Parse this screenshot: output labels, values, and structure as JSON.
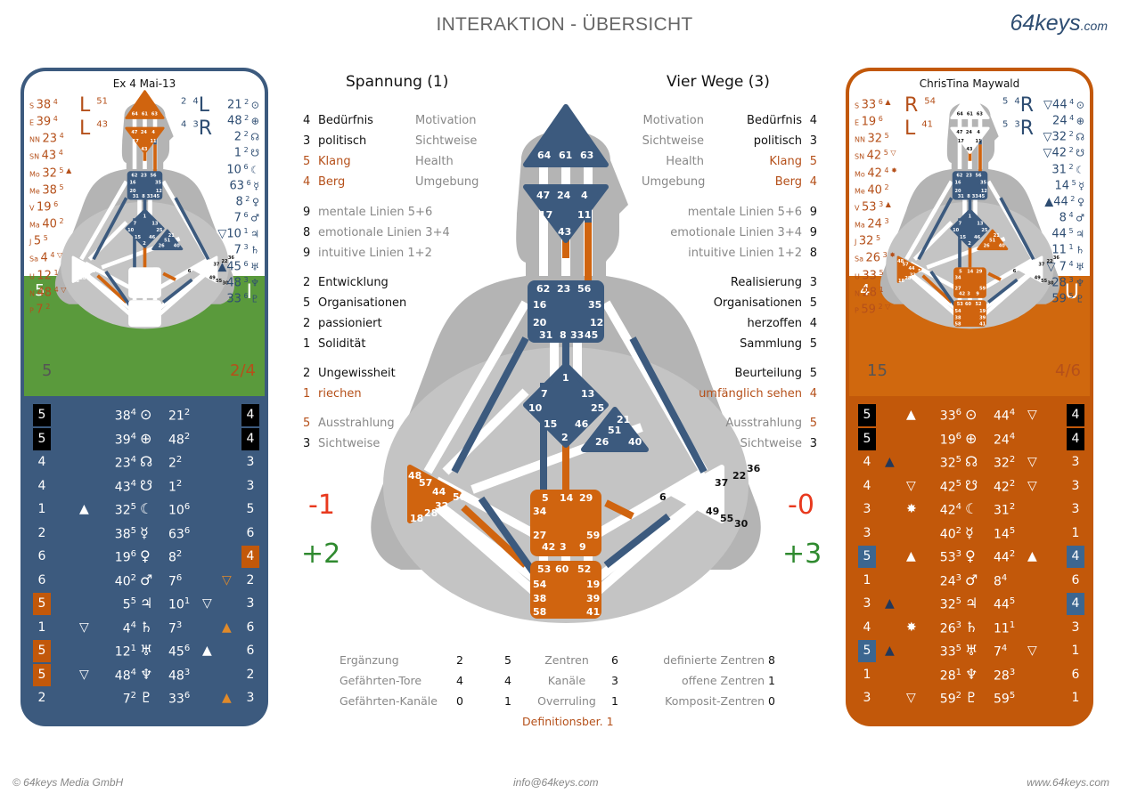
{
  "header": {
    "title": "INTERAKTION - ÜBERSICHT",
    "brand": "64keys",
    "brand_suffix": ".com"
  },
  "footer": {
    "copyright": "© 64keys Media GmbH",
    "email": "info@64keys.com",
    "website": "www.64keys.com"
  },
  "colors": {
    "blue": "#3c5a7e",
    "orange": "#c2580a",
    "green": "#5a9a3c",
    "rust": "#b5501a",
    "red": "#e8391e",
    "positive": "#2f8a2f"
  },
  "person_left": {
    "name": "Ex 4 Mai-13",
    "variables": {
      "top_left": "L",
      "top_left_nums": [
        "5",
        "1"
      ],
      "bottom_left": "L",
      "bottom_left_nums": [
        "4",
        "3"
      ],
      "top_right": "L",
      "top_right_nums": [
        "2",
        "4"
      ],
      "bottom_right": "R",
      "bottom_right_nums": [
        "4",
        "3"
      ]
    },
    "design_planets": [
      {
        "label": "S",
        "gate": "38",
        "line": "4"
      },
      {
        "label": "E",
        "gate": "39",
        "line": "4"
      },
      {
        "label": "NN",
        "gate": "23",
        "line": "4"
      },
      {
        "label": "SN",
        "gate": "43",
        "line": "4"
      },
      {
        "label": "Mo",
        "gate": "32",
        "line": "5 ▲"
      },
      {
        "label": "Me",
        "gate": "38",
        "line": "5"
      },
      {
        "label": "V",
        "gate": "19",
        "line": "6"
      },
      {
        "label": "Ma",
        "gate": "40",
        "line": "2"
      },
      {
        "label": "J",
        "gate": "5",
        "line": "5"
      },
      {
        "label": "Sa",
        "gate": "4",
        "line": "4 ▽"
      },
      {
        "label": "U",
        "gate": "12",
        "line": "1"
      },
      {
        "label": "N",
        "gate": "48",
        "line": "4 ▽"
      },
      {
        "label": "P",
        "gate": "7",
        "line": "2"
      }
    ],
    "personality_planets": [
      {
        "gate": "21",
        "line": "2",
        "symbol": "⊙"
      },
      {
        "gate": "48",
        "line": "2",
        "symbol": "⊕"
      },
      {
        "gate": "2",
        "line": "2",
        "symbol": "☊"
      },
      {
        "gate": "1",
        "line": "2",
        "symbol": "☋"
      },
      {
        "gate": "10",
        "line": "6",
        "symbol": "☾"
      },
      {
        "gate": "63",
        "line": "6",
        "symbol": "☿"
      },
      {
        "gate": "8",
        "line": "2",
        "symbol": "♀"
      },
      {
        "gate": "7",
        "line": "6",
        "symbol": "♂"
      },
      {
        "gate": "▽10",
        "line": "1",
        "symbol": "♃"
      },
      {
        "gate": "7",
        "line": "3",
        "symbol": "♄"
      },
      {
        "gate": "▲45",
        "line": "6",
        "symbol": "♅"
      },
      {
        "gate": "48",
        "line": "3",
        "symbol": "♆"
      },
      {
        "gate": "33",
        "line": "6",
        "symbol": "♇"
      }
    ],
    "band_left": "5",
    "band_right": "I",
    "bottom_left": "5",
    "profile": "2/4",
    "table": [
      {
        "l": "5",
        "lbox": "black",
        "mark": "",
        "dgate": "38",
        "dline": "4",
        "sym": "⊙",
        "pgate": "21",
        "pline": "2",
        "pmark": "",
        "rmark": "",
        "r": "4",
        "rbox": "black"
      },
      {
        "l": "5",
        "lbox": "black",
        "mark": "",
        "dgate": "39",
        "dline": "4",
        "sym": "⊕",
        "pgate": "48",
        "pline": "2",
        "pmark": "",
        "rmark": "",
        "r": "4",
        "rbox": "black"
      },
      {
        "l": "4",
        "lbox": "",
        "mark": "",
        "dgate": "23",
        "dline": "4",
        "sym": "☊",
        "pgate": "2",
        "pline": "2",
        "pmark": "",
        "rmark": "",
        "r": "3",
        "rbox": ""
      },
      {
        "l": "4",
        "lbox": "",
        "mark": "",
        "dgate": "43",
        "dline": "4",
        "sym": "☋",
        "pgate": "1",
        "pline": "2",
        "pmark": "",
        "rmark": "",
        "r": "3",
        "rbox": ""
      },
      {
        "l": "1",
        "lbox": "",
        "mark": "▲",
        "dgate": "32",
        "dline": "5",
        "sym": "☾",
        "pgate": "10",
        "pline": "6",
        "pmark": "",
        "rmark": "",
        "r": "5",
        "rbox": ""
      },
      {
        "l": "2",
        "lbox": "",
        "mark": "",
        "dgate": "38",
        "dline": "5",
        "sym": "☿",
        "pgate": "63",
        "pline": "6",
        "pmark": "",
        "rmark": "",
        "r": "6",
        "rbox": ""
      },
      {
        "l": "6",
        "lbox": "",
        "mark": "",
        "dgate": "19",
        "dline": "6",
        "sym": "♀",
        "pgate": "8",
        "pline": "2",
        "pmark": "",
        "rmark": "",
        "r": "4",
        "rbox": "orange"
      },
      {
        "l": "6",
        "lbox": "",
        "mark": "",
        "dgate": "40",
        "dline": "2",
        "sym": "♂",
        "pgate": "7",
        "pline": "6",
        "pmark": "",
        "rmark": "▽",
        "r": "2",
        "rbox": ""
      },
      {
        "l": "5",
        "lbox": "orange",
        "mark": "",
        "dgate": "5",
        "dline": "5",
        "sym": "♃",
        "pgate": "10",
        "pline": "1",
        "pmark": "▽",
        "rmark": "",
        "r": "3",
        "rbox": ""
      },
      {
        "l": "1",
        "lbox": "",
        "mark": "▽",
        "dgate": "4",
        "dline": "4",
        "sym": "♄",
        "pgate": "7",
        "pline": "3",
        "pmark": "",
        "rmark": "▲",
        "r": "6",
        "rbox": ""
      },
      {
        "l": "5",
        "lbox": "orange",
        "mark": "",
        "dgate": "12",
        "dline": "1",
        "sym": "♅",
        "pgate": "45",
        "pline": "6",
        "pmark": "▲",
        "rmark": "",
        "r": "6",
        "rbox": ""
      },
      {
        "l": "5",
        "lbox": "orange",
        "mark": "▽",
        "dgate": "48",
        "dline": "4",
        "sym": "♆",
        "pgate": "48",
        "pline": "3",
        "pmark": "",
        "rmark": "",
        "r": "2",
        "rbox": ""
      },
      {
        "l": "2",
        "lbox": "",
        "mark": "",
        "dgate": "7",
        "dline": "2",
        "sym": "♇",
        "pgate": "33",
        "pline": "6",
        "pmark": "",
        "rmark": "▲",
        "r": "3",
        "rbox": ""
      }
    ]
  },
  "person_right": {
    "name": "ChrisTina Maywald",
    "variables": {
      "top_left": "R",
      "top_left_nums": [
        "5",
        "4"
      ],
      "bottom_left": "L",
      "bottom_left_nums": [
        "4",
        "1"
      ],
      "top_right": "R",
      "top_right_nums": [
        "5",
        "4"
      ],
      "bottom_right": "R",
      "bottom_right_nums": [
        "5",
        "3"
      ]
    },
    "design_planets": [
      {
        "label": "S",
        "gate": "33",
        "line": "6 ▲"
      },
      {
        "label": "E",
        "gate": "19",
        "line": "6"
      },
      {
        "label": "NN",
        "gate": "32",
        "line": "5"
      },
      {
        "label": "SN",
        "gate": "42",
        "line": "5 ▽"
      },
      {
        "label": "Mo",
        "gate": "42",
        "line": "4 ✸"
      },
      {
        "label": "Me",
        "gate": "40",
        "line": "2"
      },
      {
        "label": "V",
        "gate": "53",
        "line": "3 ▲"
      },
      {
        "label": "Ma",
        "gate": "24",
        "line": "3"
      },
      {
        "label": "J",
        "gate": "32",
        "line": "5"
      },
      {
        "label": "Sa",
        "gate": "26",
        "line": "3 ✸"
      },
      {
        "label": "U",
        "gate": "33",
        "line": "5"
      },
      {
        "label": "N",
        "gate": "28",
        "line": "1"
      },
      {
        "label": "P",
        "gate": "59",
        "line": "2 ▽"
      }
    ],
    "personality_planets": [
      {
        "gate": "▽44",
        "line": "4",
        "symbol": "⊙"
      },
      {
        "gate": "24",
        "line": "4",
        "symbol": "⊕"
      },
      {
        "gate": "▽32",
        "line": "2",
        "symbol": "☊"
      },
      {
        "gate": "▽42",
        "line": "2",
        "symbol": "☋"
      },
      {
        "gate": "31",
        "line": "2",
        "symbol": "☾"
      },
      {
        "gate": "14",
        "line": "5",
        "symbol": "☿"
      },
      {
        "gate": "▲44",
        "line": "2",
        "symbol": "♀"
      },
      {
        "gate": "8",
        "line": "4",
        "symbol": "♂"
      },
      {
        "gate": "44",
        "line": "5",
        "symbol": "♃"
      },
      {
        "gate": "11",
        "line": "1",
        "symbol": "♄"
      },
      {
        "gate": "▽ 7",
        "line": "4",
        "symbol": "♅"
      },
      {
        "gate": "28",
        "line": "3",
        "symbol": "♆"
      },
      {
        "gate": "59",
        "line": "5",
        "symbol": "♇"
      }
    ],
    "band_left": "4",
    "band_right": "U",
    "bottom_left": "15",
    "profile": "4/6",
    "table": [
      {
        "l": "5",
        "lbox": "black",
        "cmark": "",
        "mark": "▲",
        "dgate": "33",
        "dline": "6",
        "sym": "⊙",
        "pgate": "44",
        "pline": "4",
        "pmark": "▽",
        "r": "4",
        "rbox": "black"
      },
      {
        "l": "5",
        "lbox": "black",
        "cmark": "",
        "mark": "",
        "dgate": "19",
        "dline": "6",
        "sym": "⊕",
        "pgate": "24",
        "pline": "4",
        "pmark": "",
        "r": "4",
        "rbox": "black"
      },
      {
        "l": "4",
        "lbox": "",
        "cmark": "▲",
        "mark": "",
        "dgate": "32",
        "dline": "5",
        "sym": "☊",
        "pgate": "32",
        "pline": "2",
        "pmark": "▽",
        "r": "3",
        "rbox": ""
      },
      {
        "l": "4",
        "lbox": "",
        "cmark": "",
        "mark": "▽",
        "dgate": "42",
        "dline": "5",
        "sym": "☋",
        "pgate": "42",
        "pline": "2",
        "pmark": "▽",
        "r": "3",
        "rbox": ""
      },
      {
        "l": "3",
        "lbox": "",
        "cmark": "",
        "mark": "✸",
        "dgate": "42",
        "dline": "4",
        "sym": "☾",
        "pgate": "31",
        "pline": "2",
        "pmark": "",
        "r": "3",
        "rbox": ""
      },
      {
        "l": "3",
        "lbox": "",
        "cmark": "",
        "mark": "",
        "dgate": "40",
        "dline": "2",
        "sym": "☿",
        "pgate": "14",
        "pline": "5",
        "pmark": "",
        "r": "1",
        "rbox": ""
      },
      {
        "l": "5",
        "lbox": "blue",
        "cmark": "",
        "mark": "▲",
        "dgate": "53",
        "dline": "3",
        "sym": "♀",
        "pgate": "44",
        "pline": "2",
        "pmark": "▲",
        "r": "4",
        "rbox": "blue"
      },
      {
        "l": "1",
        "lbox": "",
        "cmark": "",
        "mark": "",
        "dgate": "24",
        "dline": "3",
        "sym": "♂",
        "pgate": "8",
        "pline": "4",
        "pmark": "",
        "r": "6",
        "rbox": ""
      },
      {
        "l": "3",
        "lbox": "",
        "cmark": "▲",
        "mark": "",
        "dgate": "32",
        "dline": "5",
        "sym": "♃",
        "pgate": "44",
        "pline": "5",
        "pmark": "",
        "r": "4",
        "rbox": "blue"
      },
      {
        "l": "4",
        "lbox": "",
        "cmark": "",
        "mark": "✸",
        "dgate": "26",
        "dline": "3",
        "sym": "♄",
        "pgate": "11",
        "pline": "1",
        "pmark": "",
        "r": "3",
        "rbox": ""
      },
      {
        "l": "5",
        "lbox": "blue",
        "cmark": "▲",
        "mark": "",
        "dgate": "33",
        "dline": "5",
        "sym": "♅",
        "pgate": "7",
        "pline": "4",
        "pmark": "▽",
        "r": "1",
        "rbox": ""
      },
      {
        "l": "1",
        "lbox": "",
        "cmark": "",
        "mark": "",
        "dgate": "28",
        "dline": "1",
        "sym": "♆",
        "pgate": "28",
        "pline": "3",
        "pmark": "",
        "r": "6",
        "rbox": ""
      },
      {
        "l": "3",
        "lbox": "",
        "cmark": "",
        "mark": "▽",
        "dgate": "59",
        "dline": "2",
        "sym": "♇",
        "pgate": "59",
        "pline": "5",
        "pmark": "",
        "r": "1",
        "rbox": ""
      }
    ]
  },
  "center": {
    "left_heading": "Spannung (1)",
    "right_heading": "Vier Wege (3)",
    "left_ways": [
      {
        "num": "4",
        "label": "Bedürfnis",
        "cat": "Motivation",
        "tone": "dark"
      },
      {
        "num": "3",
        "label": "politisch",
        "cat": "Sichtweise",
        "tone": "dark"
      },
      {
        "num": "5",
        "label": "Klang",
        "cat": "Health",
        "tone": "rust"
      },
      {
        "num": "4",
        "label": "Berg",
        "cat": "Umgebung",
        "tone": "rust"
      }
    ],
    "right_ways": [
      {
        "num": "4",
        "label": "Bedürfnis",
        "cat": "Motivation",
        "tone": "dark"
      },
      {
        "num": "3",
        "label": "politisch",
        "cat": "Sichtweise",
        "tone": "dark"
      },
      {
        "num": "5",
        "label": "Klang",
        "cat": "Health",
        "tone": "rust"
      },
      {
        "num": "4",
        "label": "Berg",
        "cat": "Umgebung",
        "tone": "rust"
      }
    ],
    "left_lines": [
      {
        "num": "9",
        "label": "mentale Linien 5+6"
      },
      {
        "num": "8",
        "label": "emotionale Linien 3+4"
      },
      {
        "num": "9",
        "label": "intuitive Linien 1+2"
      }
    ],
    "right_lines": [
      {
        "num": "9",
        "label": "mentale Linien 5+6"
      },
      {
        "num": "9",
        "label": "emotionale Linien 3+4"
      },
      {
        "num": "8",
        "label": "intuitive Linien 1+2"
      }
    ],
    "left_traits": [
      {
        "num": "2",
        "label": "Entwicklung"
      },
      {
        "num": "5",
        "label": "Organisationen"
      },
      {
        "num": "2",
        "label": "passioniert"
      },
      {
        "num": "1",
        "label": "Solidität"
      }
    ],
    "right_traits": [
      {
        "num": "3",
        "label": "Realisierung"
      },
      {
        "num": "5",
        "label": "Organisationen"
      },
      {
        "num": "4",
        "label": "herzoffen"
      },
      {
        "num": "5",
        "label": "Sammlung"
      }
    ],
    "left_senses": [
      {
        "num": "2",
        "label": "Ungewissheit",
        "tone": "dark"
      },
      {
        "num": "1",
        "label": "riechen",
        "tone": "rust"
      }
    ],
    "right_senses": [
      {
        "num": "5",
        "label": "Beurteilung",
        "tone": "dark"
      },
      {
        "num": "4",
        "label": "umfänglich sehen",
        "tone": "rust"
      }
    ],
    "left_extra": [
      {
        "num": "5",
        "label": "Ausstrahlung",
        "numtone": "rust"
      },
      {
        "num": "3",
        "label": "Sichtweise",
        "numtone": "dark"
      }
    ],
    "right_extra": [
      {
        "num": "5",
        "label": "Ausstrahlung",
        "numtone": "rust"
      },
      {
        "num": "3",
        "label": "Sichtweise",
        "numtone": "dark"
      }
    ],
    "left_minus": "-1",
    "left_plus": "+2",
    "right_minus": "-0",
    "right_plus": "+3",
    "stats": {
      "left": [
        {
          "label": "Ergänzung",
          "value": "2"
        },
        {
          "label": "Gefährten-Tore",
          "value": "4"
        },
        {
          "label": "Gefährten-Kanäle",
          "value": "0"
        }
      ],
      "middle": [
        {
          "a": "5",
          "label": "Zentren",
          "b": "6"
        },
        {
          "a": "4",
          "label": "Kanäle",
          "b": "3"
        },
        {
          "a": "1",
          "label": "Overruling",
          "b": "1"
        }
      ],
      "right": [
        {
          "label": "definierte Zentren",
          "value": "8"
        },
        {
          "label": "offene Zentren",
          "value": "1"
        },
        {
          "label": "Komposit-Zentren",
          "value": "0"
        }
      ],
      "definition_label": "Definitionsber.",
      "definition_value": "1"
    },
    "bodygraph": {
      "head_gates": [
        "64",
        "61",
        "63"
      ],
      "ajna_gates": [
        "47",
        "24",
        "4",
        "17",
        "11",
        "43"
      ],
      "throat_gates": [
        "62",
        "23",
        "56",
        "16",
        "35",
        "20",
        "12",
        "31",
        "8",
        "33",
        "45"
      ],
      "g_gates": [
        "1",
        "7",
        "13",
        "10",
        "25",
        "15",
        "46",
        "2"
      ],
      "heart_gates": [
        "21",
        "51",
        "26",
        "40"
      ],
      "spleen_gates": [
        "48",
        "57",
        "44",
        "50",
        "32",
        "28",
        "18"
      ],
      "sacral_gates": [
        "5",
        "14",
        "29",
        "34",
        "27",
        "59",
        "42",
        "3",
        "9"
      ],
      "root_gates": [
        "53",
        "60",
        "52",
        "54",
        "19",
        "38",
        "39",
        "58",
        "41"
      ],
      "solar_gates": [
        "36",
        "22",
        "37",
        "6",
        "49",
        "55",
        "30"
      ]
    }
  }
}
